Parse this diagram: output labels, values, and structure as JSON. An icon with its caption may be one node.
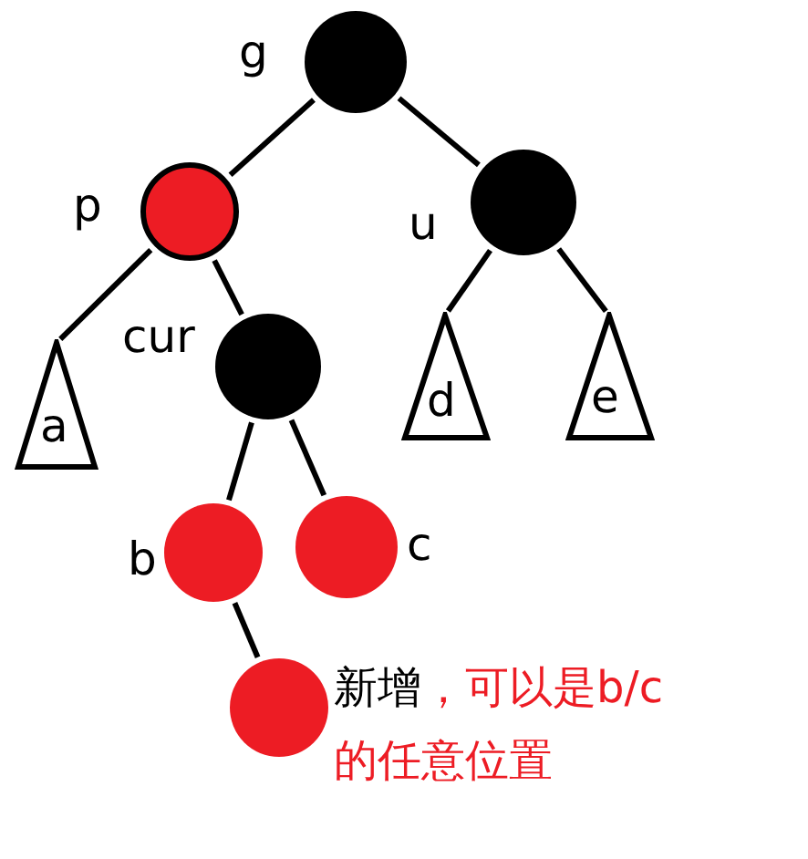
{
  "diagram": {
    "nodes": [
      {
        "text": [
          "g"
        ]
      },
      {
        "text": [
          "p"
        ]
      },
      {
        "text": [
          "u"
        ]
      },
      {
        "text": [
          "a"
        ]
      },
      {
        "text": [
          "cur"
        ]
      },
      {
        "text": [
          "d"
        ]
      },
      {
        "text": [
          "e"
        ]
      },
      {
        "text": [
          "b"
        ]
      },
      {
        "text": [
          "c"
        ]
      },
      {
        "text": [
          "新增",
          "，可以是b/c的任意位置"
        ]
      }
    ],
    "edges": [
      {
        "from": 0,
        "to": 1,
        "arrow": "none"
      },
      {
        "from": 0,
        "to": 2,
        "arrow": "none"
      },
      {
        "from": 1,
        "to": 3,
        "arrow": "none"
      },
      {
        "from": 1,
        "to": 4,
        "arrow": "none"
      },
      {
        "from": 2,
        "to": 5,
        "arrow": "none"
      },
      {
        "from": 2,
        "to": 6,
        "arrow": "none"
      },
      {
        "from": 4,
        "to": 7,
        "arrow": "none"
      },
      {
        "from": 4,
        "to": 8,
        "arrow": "none"
      },
      {
        "from": 7,
        "to": 9,
        "arrow": "none"
      }
    ]
  }
}
